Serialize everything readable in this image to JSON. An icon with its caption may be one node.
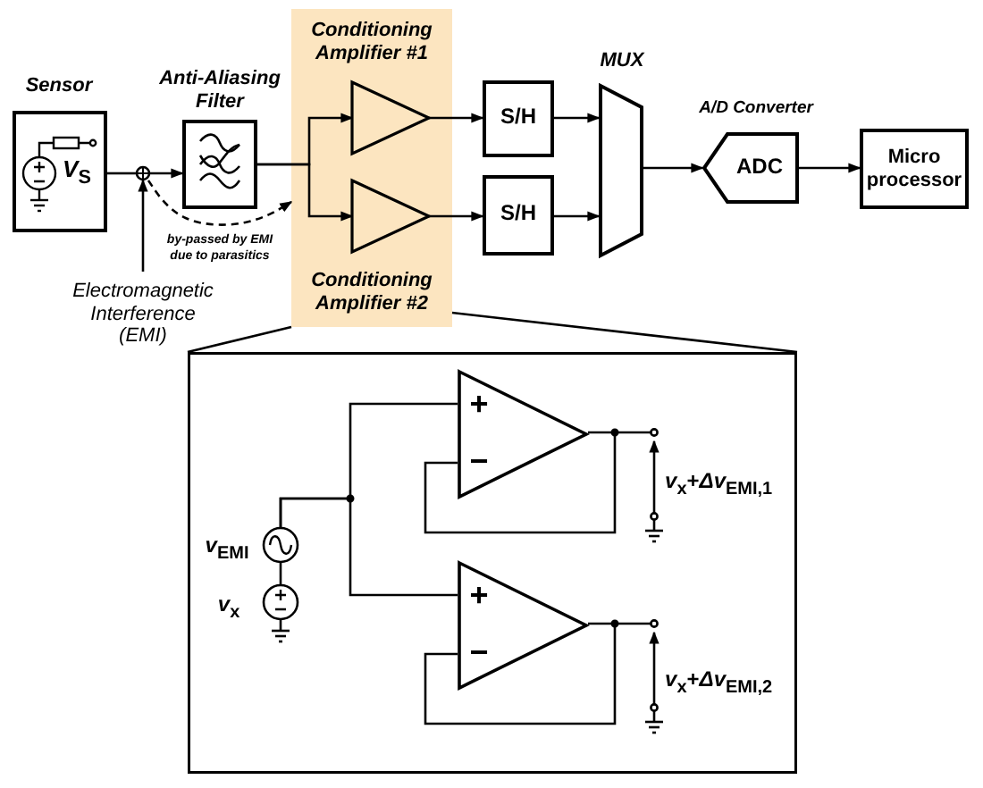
{
  "diagram": {
    "nodes": [
      {
        "text": [
          "Sensor",
          "*V*$_{S}$"
        ]
      },
      {
        "text": [],
        "shape": "circle"
      },
      {
        "text": [
          "Anti-Aliasing Filter"
        ]
      },
      {
        "text": [
          "Conditioning Amplifier #1",
          "Conditioning Amplifier #2"
        ]
      },
      {
        "text": [],
        "shape": "triangle",
        "in": 3
      },
      {
        "text": [],
        "shape": "triangle",
        "in": 3
      },
      {
        "text": [
          "S/H"
        ]
      },
      {
        "text": [
          "S/H"
        ]
      },
      {
        "text": [
          "MUX"
        ]
      },
      {
        "text": [
          "A/D Converter",
          "ADC"
        ]
      },
      {
        "text": [
          "Micro processor"
        ]
      },
      {
        "text": [
          "Electromagnetic Interference (EMI)"
        ]
      },
      {
        "text": [],
        "shape": "box"
      },
      {
        "text": [
          "+",
          "−"
        ],
        "in": 12
      },
      {
        "text": [
          "+",
          "−"
        ],
        "in": 12
      },
      {
        "text": [],
        "shape": "circle",
        "in": 12,
        "beside": [
          "*v*$_{EMI}$"
        ]
      },
      {
        "text": [],
        "shape": "circle",
        "in": 12,
        "beside": [
          "*v*$_{x}$"
        ]
      }
    ],
    "edges": [
      {
        "from": 0,
        "to": 1,
        "arrow": "none"
      },
      {
        "from": 1,
        "to": 2,
        "arrow": "to"
      },
      {
        "from": 11,
        "to": 1,
        "arrow": "to"
      },
      {
        "from": 2,
        "to": 4,
        "arrow": "to"
      },
      {
        "from": 2,
        "to": 5,
        "arrow": "to"
      },
      {
        "from": 4,
        "to": 6,
        "arrow": "to"
      },
      {
        "from": 5,
        "to": 7,
        "arrow": "to"
      },
      {
        "from": 6,
        "to": 8,
        "arrow": "to"
      },
      {
        "from": 7,
        "to": 8,
        "arrow": "to"
      },
      {
        "from": 8,
        "to": 9,
        "arrow": "to"
      },
      {
        "from": 9,
        "to": 10,
        "arrow": "to"
      },
      {
        "from": 1,
        "to": 3,
        "arrow": "to",
        "style": "dashed",
        "label": "by-passed by EMI due to parasitics"
      },
      {
        "from": 3,
        "to": 12,
        "arrow": "none"
      },
      {
        "from": 3,
        "to": 12,
        "arrow": "none"
      },
      {
        "from": 16,
        "to": 15,
        "arrow": "none"
      },
      {
        "from": 15,
        "to": 13,
        "arrow": "none"
      },
      {
        "from": 15,
        "to": 14,
        "arrow": "none"
      }
    ],
    "labels": [
      "*v*$_{x}$+*Δv*$_{EMI,1}$",
      "*v*$_{x}$+*Δv*$_{EMI,2}$"
    ]
  }
}
